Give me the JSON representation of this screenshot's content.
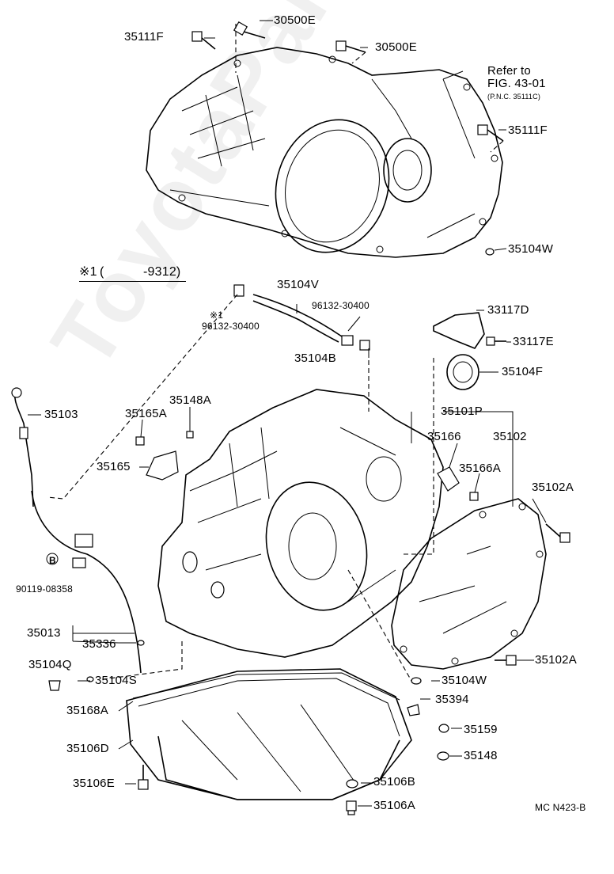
{
  "watermark": "ToyotaParts.ru",
  "diagram_code": "MC N423-B",
  "reference": {
    "line1": "Refer to",
    "line2": "FIG. 43-01",
    "line3": "(P.N.C. 35111C)"
  },
  "note": {
    "symbol": "※1",
    "paren_open": "(",
    "range": "-9312)"
  },
  "callouts": {
    "p30500E_a": "30500E",
    "p35111F_a": "35111F",
    "p30500E_b": "30500E",
    "p35111F_b": "35111F",
    "p35104W_a": "35104W",
    "p35104V": "35104V",
    "p96132_a_mark": "※1",
    "p96132_a": "96132-30400",
    "p96132_b": "96132-30400",
    "p33117D": "33117D",
    "p33117E": "33117E",
    "p35104B": "35104B",
    "p35104F": "35104F",
    "p35103": "35103",
    "p35148A": "35148A",
    "p35165A": "35165A",
    "p35101P": "35101P",
    "p35166": "35166",
    "p35102": "35102",
    "p35166A": "35166A",
    "p35165": "35165",
    "p35102A_a": "35102A",
    "p90119_mark": "B",
    "p90119": "90119-08358",
    "p35013": "35013",
    "p35336": "35336",
    "p35102A_b": "35102A",
    "p35104Q": "35104Q",
    "p35104S": "35104S",
    "p35104W_b": "35104W",
    "p35394": "35394",
    "p35168A": "35168A",
    "p35159": "35159",
    "p35106D": "35106D",
    "p35148": "35148",
    "p35106E": "35106E",
    "p35106B": "35106B",
    "p35106A": "35106A"
  }
}
